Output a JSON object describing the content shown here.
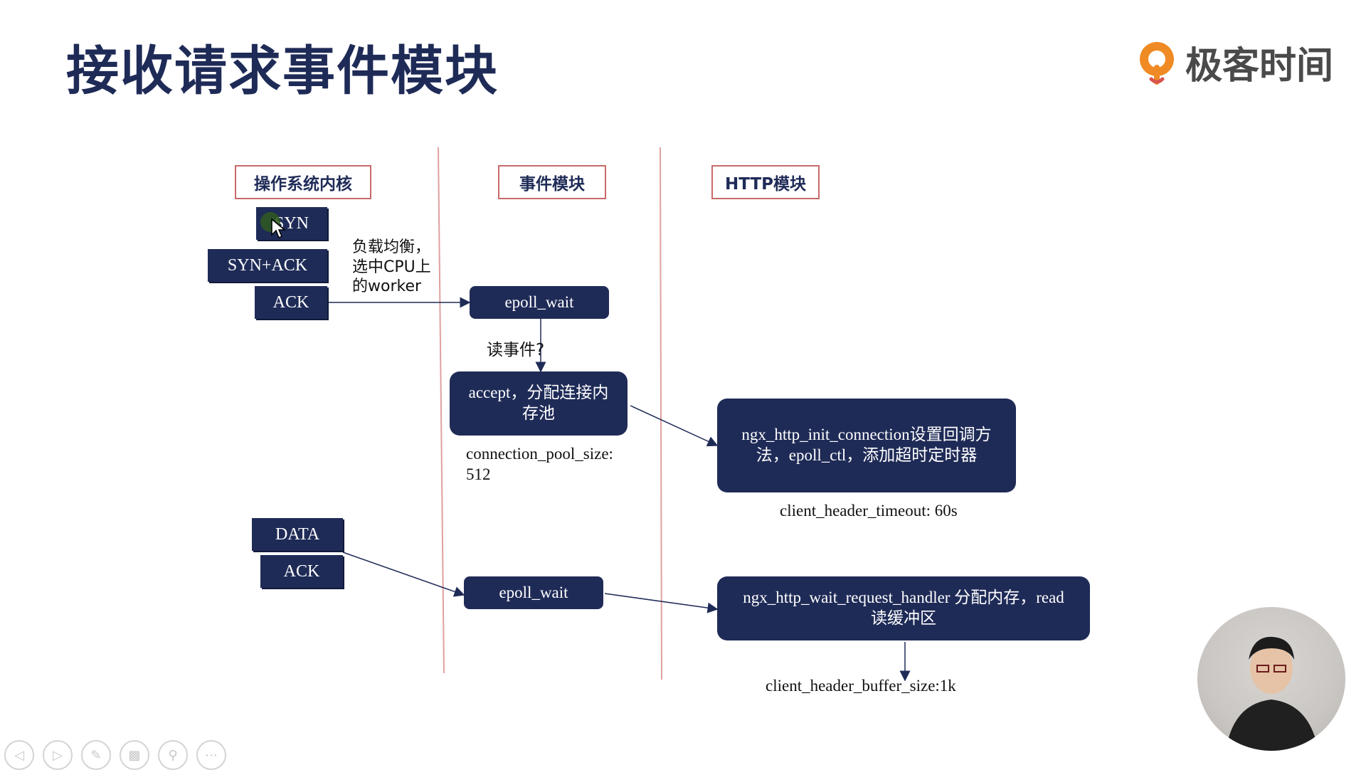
{
  "title": "接收请求事件模块",
  "brand": {
    "name": "极客时间",
    "icon": "geektime-logo"
  },
  "columns": {
    "kernel": "操作系统内核",
    "event": "事件模块",
    "http": "HTTP模块"
  },
  "packets": {
    "syn": "SYN",
    "synack": "SYN+ACK",
    "ack1": "ACK",
    "data": "DATA",
    "ack2": "ACK"
  },
  "notes": {
    "load_balance_1": "负载均衡，",
    "load_balance_2": "选中CPU上",
    "load_balance_3": "的worker",
    "read_event": "读事件?",
    "pool_size_1": "connection_pool_size:",
    "pool_size_2": "512",
    "header_timeout": "client_header_timeout: 60s",
    "header_buffer": "client_header_buffer_size:1k"
  },
  "nodes": {
    "epoll_wait_1": "epoll_wait",
    "accept_1": "accept，分配连接内",
    "accept_2": "存池",
    "init_conn_1": "ngx_http_init_connection设置回调方",
    "init_conn_2": "法，epoll_ctl，添加超时定时器",
    "epoll_wait_2": "epoll_wait",
    "wait_req_1": "ngx_http_wait_request_handler 分配内存，read",
    "wait_req_2": "读缓冲区"
  },
  "toolbar": [
    "prev-icon",
    "next-icon",
    "pen-icon",
    "slides-icon",
    "zoom-icon",
    "more-icon"
  ],
  "colors": {
    "navy": "#1f2b57",
    "divider": "#e0a0a0",
    "box_border": "#c96a6a",
    "logo_orange": "#f08a24"
  }
}
